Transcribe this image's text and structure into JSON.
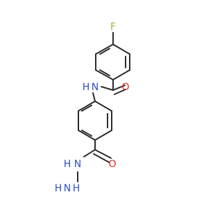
{
  "molecule": {
    "atom_labels": {
      "fluorine": "F",
      "amide_nitrogen": "N",
      "amide_hydrogen": "H",
      "carbonyl_oxygen_top": "O",
      "carbonyl_oxygen_bottom": "O",
      "hydrazide_nitrogen_1": "N",
      "hydrazide_hydrogen_1": "H",
      "hydrazide_nitrogen_2": "N",
      "hydrazide_hydrogen_2a": "H",
      "hydrazide_hydrogen_2b": "H"
    },
    "colors": {
      "bond": "#2a2a2a",
      "fluorine": "#8fbc3a",
      "nitrogen": "#2f4fc4",
      "oxygen": "#e0281f"
    }
  }
}
